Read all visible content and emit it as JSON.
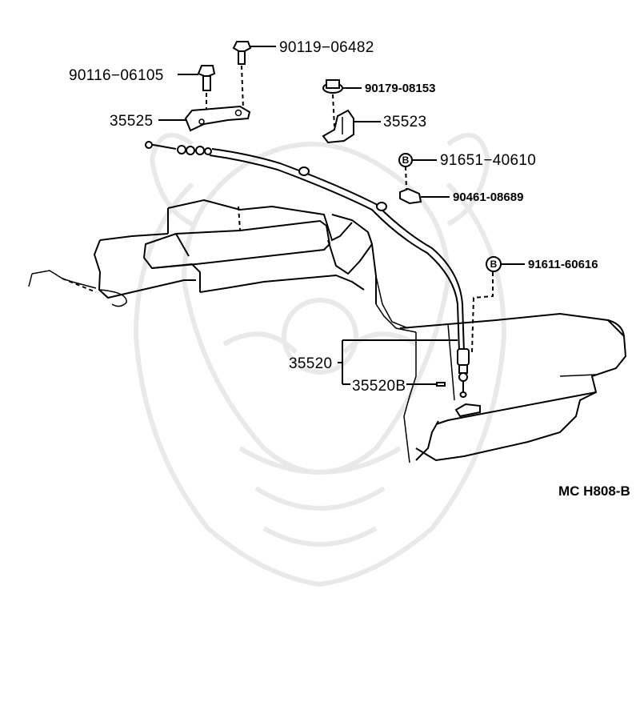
{
  "parts": {
    "p90119": "90119−06482",
    "p90116": "90116−06105",
    "p90179": "90179-08153",
    "p35525": "35525",
    "p35523": "35523",
    "p91651": "91651−40610",
    "p90461": "90461-08689",
    "p91611": "91611-60616",
    "p35520": "35520",
    "p35520B": "35520B"
  },
  "badges": {
    "b1": "B",
    "b2": "B"
  },
  "diagram_code": "MC H808-B"
}
